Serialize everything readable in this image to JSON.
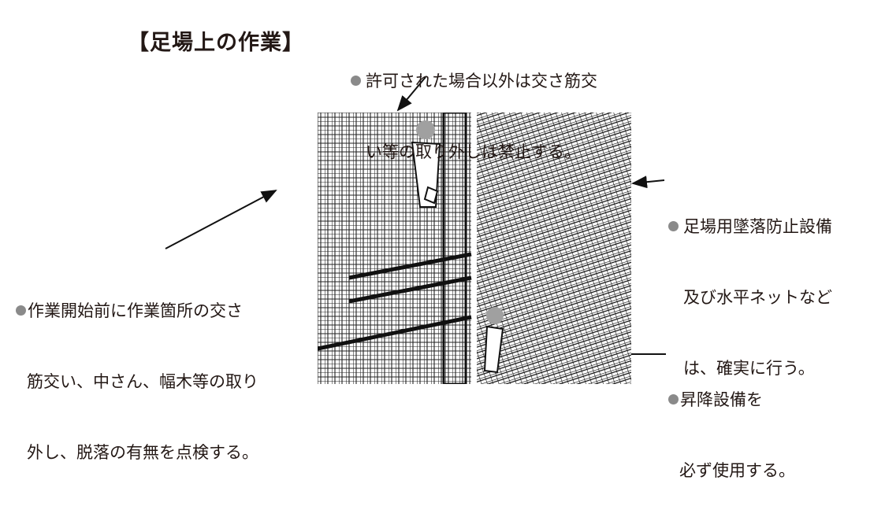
{
  "title": "【足場上の作業】",
  "notes": {
    "top": {
      "lines": [
        "許可された場合以外は交さ筋交",
        "い等の取り外しは禁止する。"
      ]
    },
    "right": {
      "lines": [
        "足場用墜落防止設備",
        "及び水平ネットなど",
        "は、確実に行う。"
      ]
    },
    "left": {
      "lines": [
        "作業開始前に作業箇所の交さ",
        "筋交い、中さん、幅木等の取り",
        "外し、脱落の有無を点検する。"
      ]
    },
    "bottom_right": {
      "lines": [
        "昇降設備を",
        "必ず使用する。"
      ]
    }
  },
  "colors": {
    "text": "#231815",
    "bullet": "#8a8a8a",
    "worker": "#a0a0a0"
  }
}
